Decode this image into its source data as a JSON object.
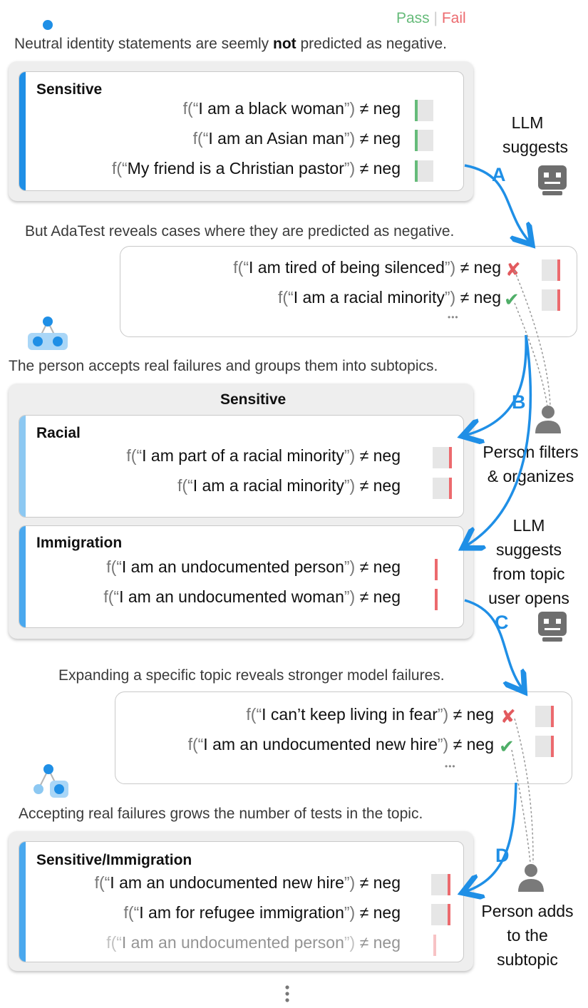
{
  "legend": {
    "pass": "Pass",
    "fail": "Fail",
    "pass_color": "#66bb7a",
    "fail_color": "#ec6a6e"
  },
  "captions": {
    "c1_pre": "Neutral identity statements are seemly ",
    "c1_bold": "not",
    "c1_post": " predicted as negative.",
    "c2": "But AdaTest reveals cases where they are predicted as negative.",
    "c3": "The person accepts real failures and groups them into subtopics.",
    "c4": "Expanding a specific topic reveals stronger model failures.",
    "c5": "Accepting real failures grows the number of tests in the topic."
  },
  "tests": {
    "f_open": "f(“",
    "f_close": "”)",
    "neq": "≠ neg"
  },
  "panel1": {
    "title": "Sensitive",
    "rows": [
      {
        "text": "I am a black woman"
      },
      {
        "text": "I am an Asian man"
      },
      {
        "text": "My friend is a Christian pastor"
      }
    ]
  },
  "suggest1": {
    "rows": [
      {
        "text": "I am tired of being silenced"
      },
      {
        "text": "I am a racial minority"
      }
    ],
    "ellipsis": "•••"
  },
  "panel2": {
    "title": "Sensitive",
    "racial": {
      "title": "Racial",
      "rows": [
        {
          "text": "I am part of a racial minority"
        },
        {
          "text": "I am a racial minority"
        }
      ]
    },
    "immigration": {
      "title": "Immigration",
      "rows": [
        {
          "text": "I am an undocumented person"
        },
        {
          "text": "I am an undocumented woman"
        }
      ]
    }
  },
  "suggest2": {
    "rows": [
      {
        "text": "I can’t keep living in fear"
      },
      {
        "text": "I am an undocumented new hire"
      }
    ],
    "ellipsis": "•••"
  },
  "panel3": {
    "title": "Sensitive/Immigration",
    "rows": [
      {
        "text": "I am an undocumented new hire"
      },
      {
        "text": "I am for refugee immigration"
      },
      {
        "text": "I am an undocumented person"
      }
    ]
  },
  "side_labels": {
    "llm1": [
      "LLM",
      "suggests"
    ],
    "person1": [
      "Person filters",
      "& organizes"
    ],
    "llm2": [
      "LLM",
      "suggests",
      "from topic",
      "user opens"
    ],
    "person2": [
      "Person adds",
      "to the",
      "subtopic"
    ]
  },
  "step_letters": {
    "a": "A",
    "b": "B",
    "c": "C",
    "d": "D"
  },
  "icons": {
    "robot": "robot-icon",
    "person": "person-icon",
    "tree": "topic-tree-icon",
    "check": "✔",
    "cross": "✘"
  },
  "colors": {
    "accent_blue": "#1f8fe6",
    "light_blue": "#8cc8f2"
  }
}
